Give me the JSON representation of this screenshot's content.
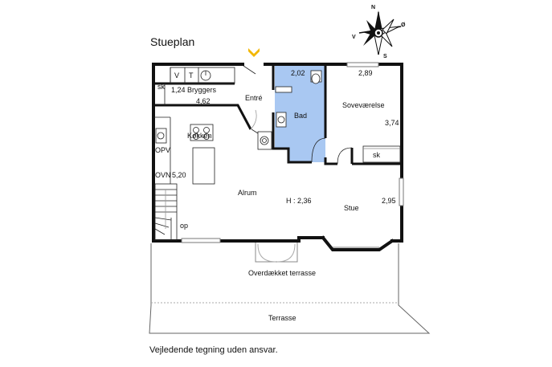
{
  "title": "Stueplan",
  "disclaimer": "Vejledende tegning uden ansvar.",
  "compass": {
    "n": "N",
    "s": "S",
    "v": "V",
    "o": "Ø"
  },
  "rooms": {
    "bryggers_sk": "sk",
    "bryggers_v": "V",
    "bryggers_t": "T",
    "bryggers_width": "1,24",
    "bryggers_name": "Bryggers",
    "entre_width": "4,62",
    "entre_name": "Entré",
    "bad_width": "2,02",
    "bad_name": "Bad",
    "sovevaerelse_width": "2,89",
    "sovevaerelse_name": "Soveværelse",
    "sovevaerelse_depth": "3,74",
    "sovevaerelse_sk": "sk",
    "kokken_name": "Køkken",
    "opv": "OPV",
    "ovn": "OVN",
    "alrum_depth": "5,20",
    "alrum_name": "Alrum",
    "height": "H : 2,36",
    "stue_depth": "2,95",
    "stue_name": "Stue",
    "stairs": "op",
    "overdaekket": "Overdækket terrasse",
    "terrasse": "Terrasse"
  },
  "colors": {
    "wall": "#111111",
    "bathroom_fill": "#a9c8f2",
    "entry_marker": "#f2b705",
    "terrace_line": "#9a9a9a"
  }
}
